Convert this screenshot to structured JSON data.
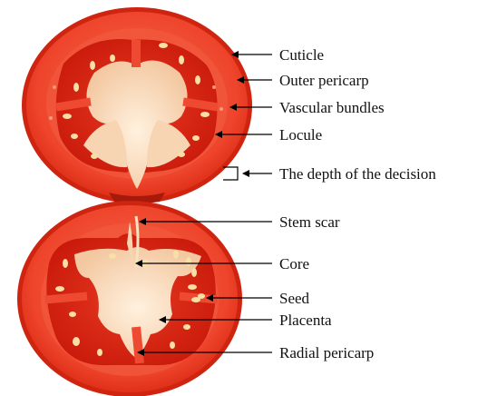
{
  "colors": {
    "skin": "#e8321f",
    "pericarp": "#f04e37",
    "pericarp_light": "#f5735a",
    "locule": "#d8200f",
    "placenta": "#f8d7b6",
    "placenta_light": "#fde9d2",
    "seed": "#f8dfa6",
    "text": "#111111",
    "arrow": "#000000"
  },
  "labels": {
    "cuticle": "Cuticle",
    "outer_pericarp": "Outer pericarp",
    "vascular_bundles": "Vascular bundles",
    "locule": "Locule",
    "depth": "The depth of the decision",
    "stem_scar": "Stem scar",
    "core": "Core",
    "seed": "Seed",
    "placenta": "Placenta",
    "radial_pericarp": "Radial pericarp"
  }
}
